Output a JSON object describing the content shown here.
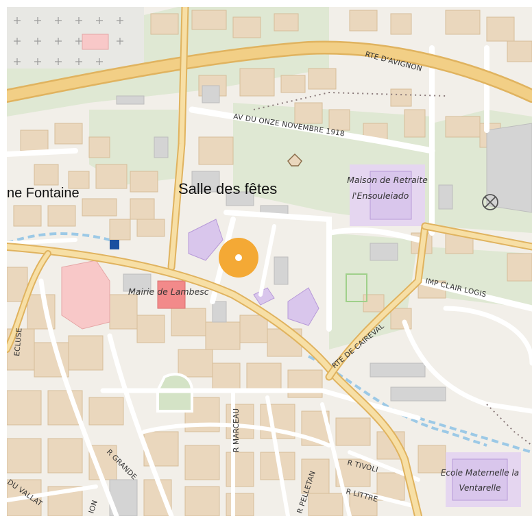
{
  "map": {
    "colors": {
      "land": "#f2efe9",
      "building": "#ead7bd",
      "building_edge": "#d6bd99",
      "green": "#dfe8d3",
      "park": "#d4e3c6",
      "civic": "#d9c6ec",
      "civic_edge": "#b79ad8",
      "townhall": "#f28a8a",
      "pink": "#f8c8c8",
      "grey_bld": "#d4d4d4",
      "major_road": "#f2cf86",
      "major_edge": "#e0b35f",
      "minor_road": "#ffffff",
      "water": "#9cc9e6",
      "marker": "#f4a935",
      "bus_stop": "#1a4fa0"
    },
    "marker": {
      "name": "Salle des fêtes"
    },
    "labels": {
      "ne_fontaine": "ne Fontaine",
      "maison_retraite_1": "Maison de Retraite",
      "maison_retraite_2": "l'Ensouleiado",
      "mairie": "Mairie de Lambesc",
      "ecole_1": "Ecole Maternelle la",
      "ecole_2": "Ventarelle"
    },
    "streets": {
      "rte_avignon": "RTE D'AVIGNON",
      "av_onze_novembre": "AV DU ONZE NOVEMBRE 1918",
      "imp_clair_logis": "IMP CLAIR LOGIS",
      "rte_caireval": "RTE DE CAIREVAL",
      "r_marceau": "R MARCEAU",
      "r_grande": "R GRANDE",
      "r_tivoli": "R TIVOLI",
      "r_littre": "R LITTRE",
      "r_pelletan": "R PELLETAN",
      "du_vallat": "DU VALLAT",
      "ecluse": "ECLUSE",
      "ion": "ION"
    }
  }
}
